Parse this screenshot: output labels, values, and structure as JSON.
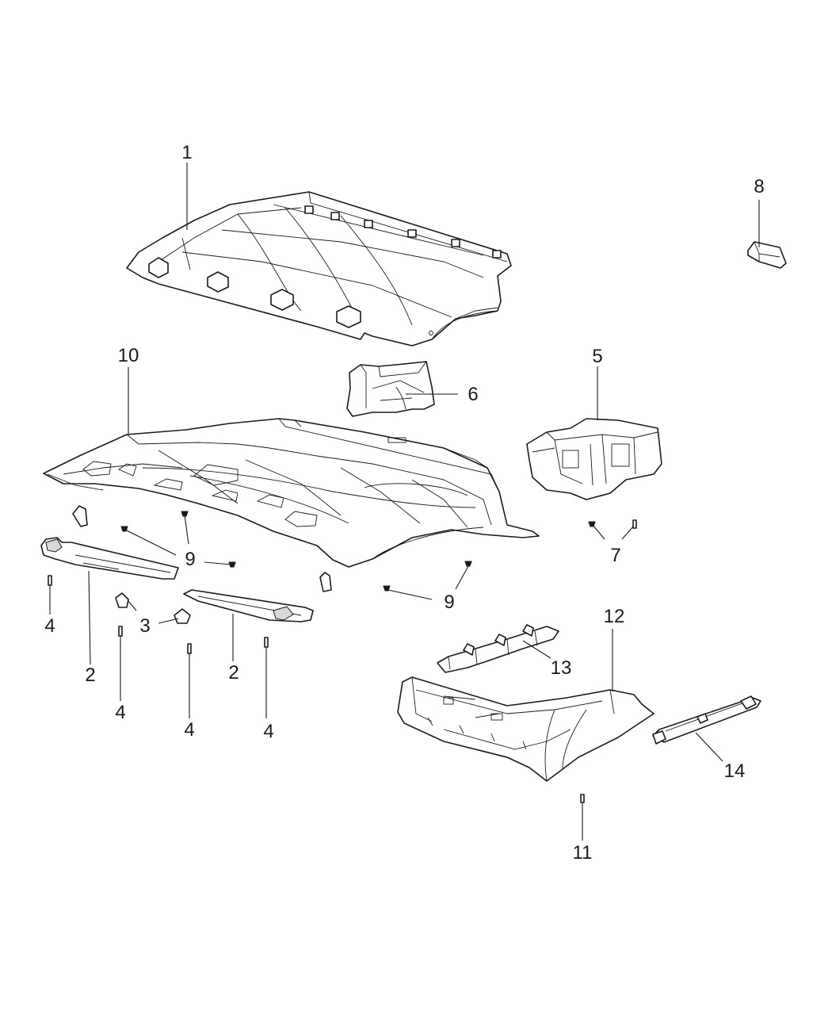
{
  "callouts": {
    "c1": "1",
    "c2a": "2",
    "c2b": "2",
    "c3": "3",
    "c4a": "4",
    "c4b": "4",
    "c4c": "4",
    "c4d": "4",
    "c5": "5",
    "c6": "6",
    "c7": "7",
    "c8": "8",
    "c9a": "9",
    "c9b": "9",
    "c10": "10",
    "c11": "11",
    "c12": "12",
    "c13": "13",
    "c14": "14"
  }
}
